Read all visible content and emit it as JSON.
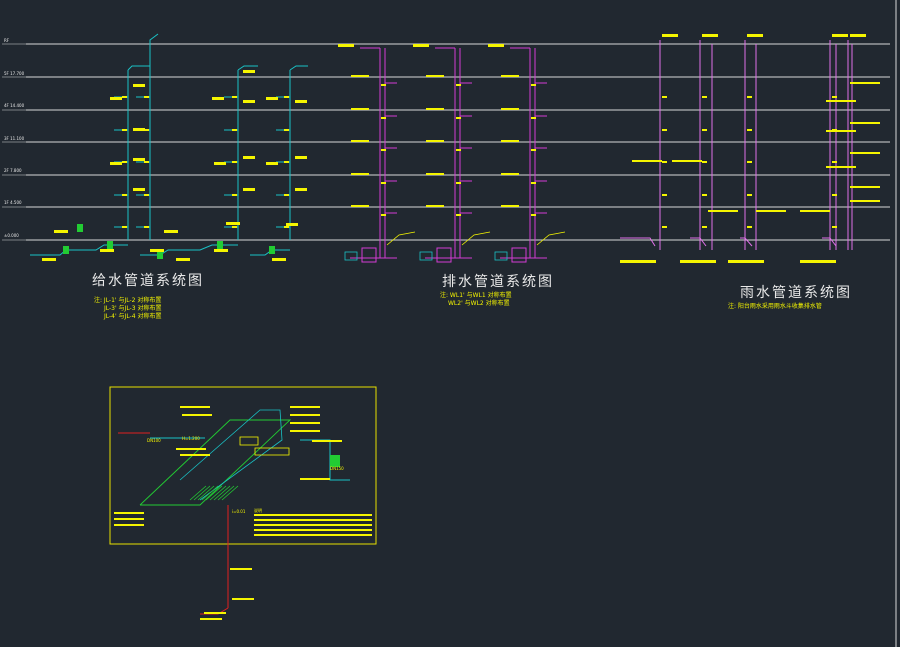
{
  "titles": {
    "water_supply": "给水管道系统图",
    "drainage": "排水管道系统图",
    "rainwater": "雨水管道系统图"
  },
  "notes": {
    "supply_1": "注: JL-1' 与JL-2 对称布置",
    "supply_2": "JL-3' 与JL-3 对称布置",
    "supply_3": "JL-4' 与JL-4 对称布置",
    "drain_1": "注: WL1' 与WL1 对称布置",
    "drain_2": "WL2' 与WL2 对称布置",
    "rain_1": "注: 阳台雨水采用雨水斗收集排水管"
  },
  "floors": [
    "5F 17.700",
    "4F 14.400",
    "3F 11.100",
    "2F 7.800",
    "1F 4.500",
    "±0.000"
  ],
  "roof_label": "RF",
  "detail_labels": [
    "DN100",
    "DN150",
    "H=1.200",
    "说明",
    "i=0.01"
  ],
  "colors": {
    "background": "#212830",
    "floor_line": "#d8d8d8",
    "supply": "#19c2c6",
    "drain": "#d43bd4",
    "rain": "#e070e8",
    "text": "#f5f500",
    "green": "#22cc33",
    "red": "#e02020",
    "frame": "#e8e000"
  }
}
